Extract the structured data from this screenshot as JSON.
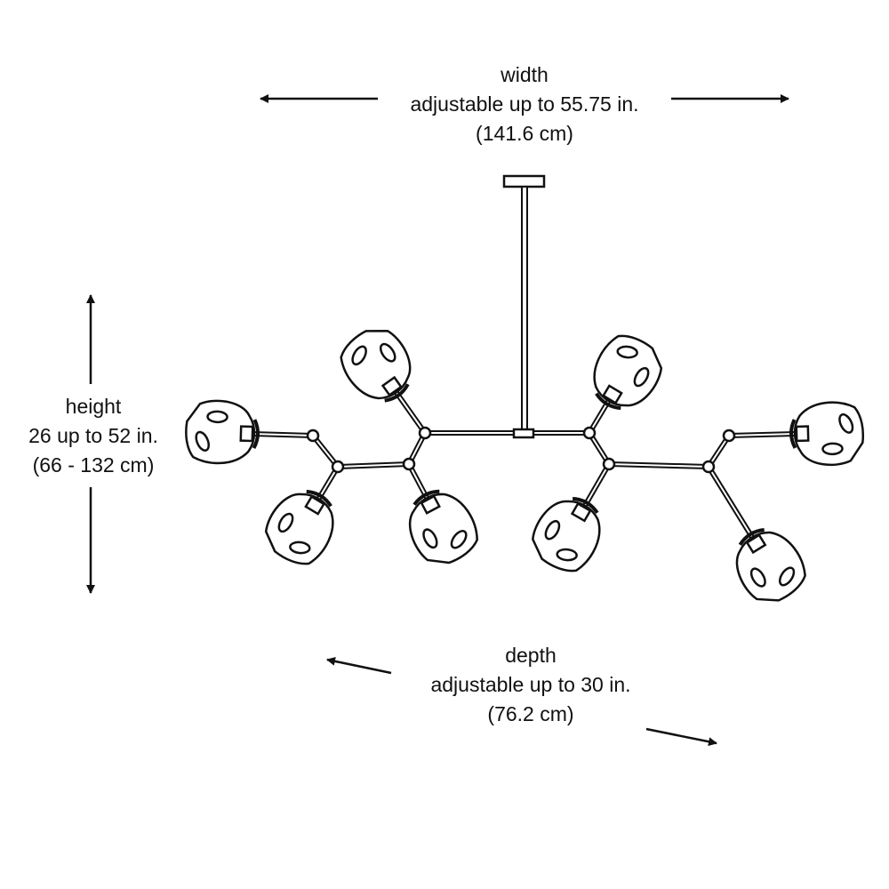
{
  "width": {
    "title": "width",
    "value": "adjustable up to 55.75 in.",
    "metric": "(141.6 cm)"
  },
  "height": {
    "title": "height",
    "value": "26 up to 52 in.",
    "metric": "(66 - 132 cm)"
  },
  "depth": {
    "title": "depth",
    "value": "adjustable up to 30 in.",
    "metric": "(76.2 cm)"
  },
  "colors": {
    "stroke": "#111111",
    "background": "#ffffff"
  }
}
